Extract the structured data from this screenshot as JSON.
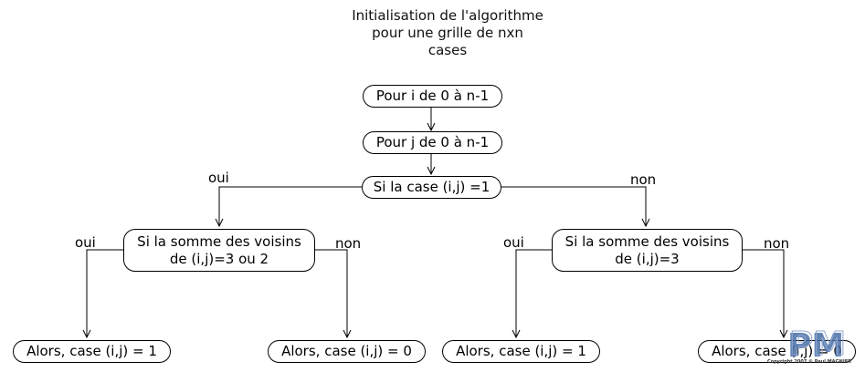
{
  "title": {
    "line1": "Initialisation de l'algorithme",
    "line2": "pour une grille de nxn",
    "line3": "cases"
  },
  "nodes": {
    "loop_i": "Pour i de 0 à n-1",
    "loop_j": "Pour j de 0 à n-1",
    "cond_cell": "Si la case (i,j) =1",
    "cond_left_line1": "Si la somme des voisins",
    "cond_left_line2": "de (i,j)=3 ou 2",
    "cond_right_line1": "Si la somme des voisins",
    "cond_right_line2": "de (i,j)=3",
    "result_1": "Alors, case (i,j) = 1",
    "result_2": "Alors, case (i,j) = 0",
    "result_3": "Alors, case (i,j) = 1",
    "result_4": "Alors, case (i,j) = 0"
  },
  "edge_labels": {
    "top_yes": "oui",
    "top_no": "non",
    "left_yes": "oui",
    "left_no": "non",
    "right_yes": "oui",
    "right_no": "non"
  },
  "logo": {
    "text": "PM",
    "copyright": "Copyright 2007 © Paul MAGNIER",
    "colors": [
      "#4a6fa8",
      "#8fa8d0"
    ]
  }
}
